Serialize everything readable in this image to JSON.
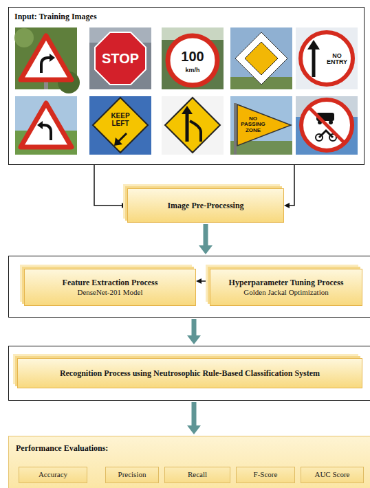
{
  "diagram": {
    "nodes": [
      {
        "text": [
          "Input: Training Images"
        ]
      },
      {
        "text": [
          "Image Pre-Processing"
        ]
      },
      {
        "text": []
      },
      {
        "text": [
          "Feature Extraction Process",
          "DenseNet-201 Model"
        ],
        "in": 2
      },
      {
        "text": [
          "Hyperparameter Tuning Process",
          "Golden Jackal Optimization"
        ],
        "in": 2
      },
      {
        "text": []
      },
      {
        "text": [
          "Recognition Process using Neutrosophic Rule-Based Classification System"
        ],
        "in": 5
      },
      {
        "text": [
          "Performance Evaluations:"
        ]
      },
      {
        "text": [
          "Accuracy"
        ],
        "in": 7
      },
      {
        "text": [
          "Precision"
        ],
        "in": 7
      },
      {
        "text": [
          "Recall"
        ],
        "in": 7
      },
      {
        "text": [
          "F-Score"
        ],
        "in": 7
      },
      {
        "text": [
          "AUC Score"
        ],
        "in": 7
      }
    ],
    "edges": [
      {
        "from": 0,
        "to": 1,
        "arrow": "to"
      },
      {
        "from": 0,
        "to": 1,
        "arrow": "to"
      },
      {
        "from": 1,
        "to": 2,
        "arrow": "to"
      },
      {
        "from": 4,
        "to": 3,
        "arrow": "to"
      },
      {
        "from": 2,
        "to": 5,
        "arrow": "to"
      },
      {
        "from": 5,
        "to": 7,
        "arrow": "to"
      }
    ],
    "labels": [
      "STOP",
      "100",
      "km/h",
      "NO ENTRY",
      "KEEP LEFT",
      "NO PASSING ZONE"
    ]
  }
}
